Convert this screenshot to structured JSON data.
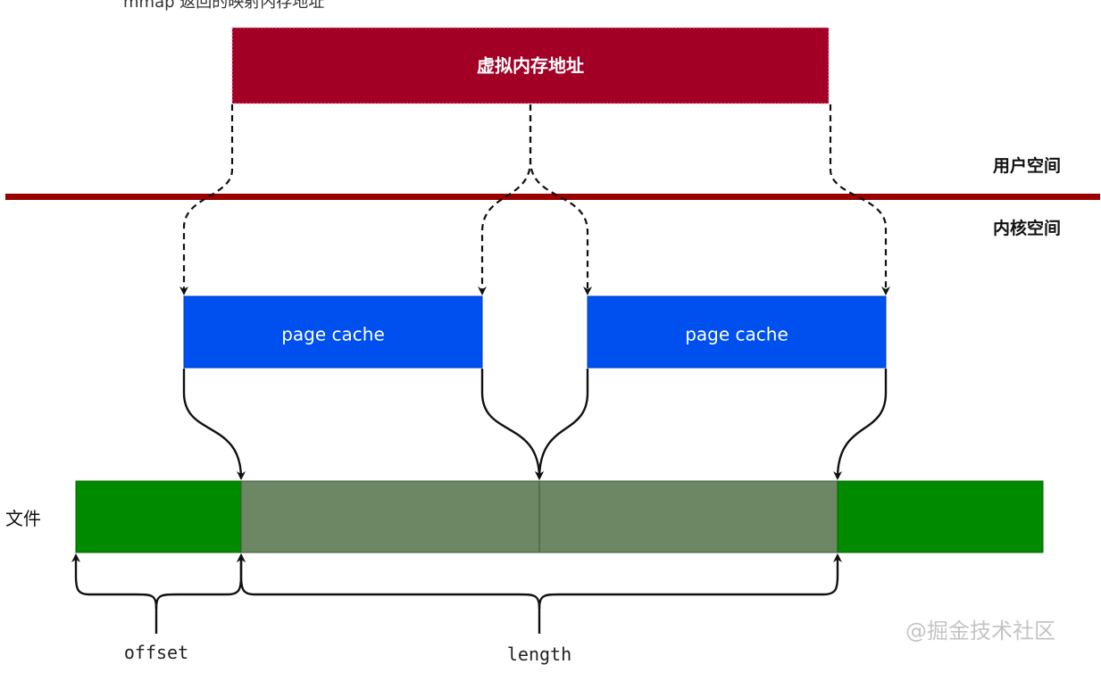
{
  "top_caption": "mmap 返回的映射内存地址",
  "virtual_memory": {
    "label": "虚拟内存地址",
    "color": "#a20025"
  },
  "divider": {
    "color": "#990000"
  },
  "user_space_label": "用户空间",
  "kernel_space_label": "内核空间",
  "page_caches": [
    {
      "label": "page cache",
      "color": "#0050ef"
    },
    {
      "label": "page cache",
      "color": "#0050ef"
    }
  ],
  "file": {
    "label": "文件",
    "outer_color": "#008a00",
    "mapped_color": "#6d8764"
  },
  "offset_label": "offset",
  "length_label": "length",
  "watermark": "@掘金技术社区"
}
